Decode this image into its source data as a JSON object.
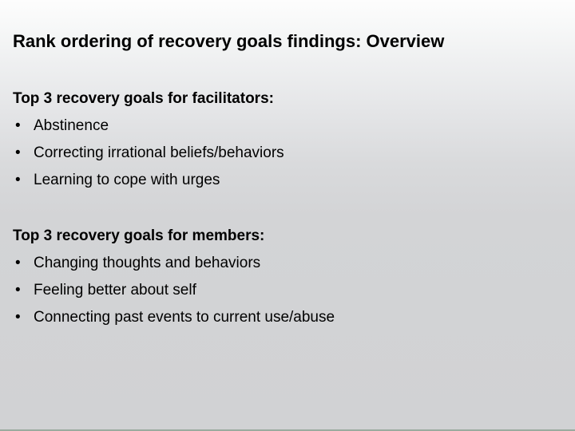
{
  "slide": {
    "title": "Rank ordering of recovery goals findings: Overview",
    "background": {
      "gradient_top": "#fdfdfd",
      "gradient_bottom": "#d1d2d4",
      "bottom_rule_color": "#9aab9f"
    },
    "text_color": "#000000",
    "bullet_glyph": "•",
    "sections": [
      {
        "heading": "Top 3 recovery goals for facilitators:",
        "bullets": [
          "Abstinence",
          "Correcting irrational beliefs/behaviors",
          "Learning to cope with urges"
        ]
      },
      {
        "heading": "Top 3 recovery goals for members:",
        "bullets": [
          "Changing thoughts and behaviors",
          "Feeling better about self",
          "Connecting past events to current use/abuse"
        ]
      }
    ]
  }
}
